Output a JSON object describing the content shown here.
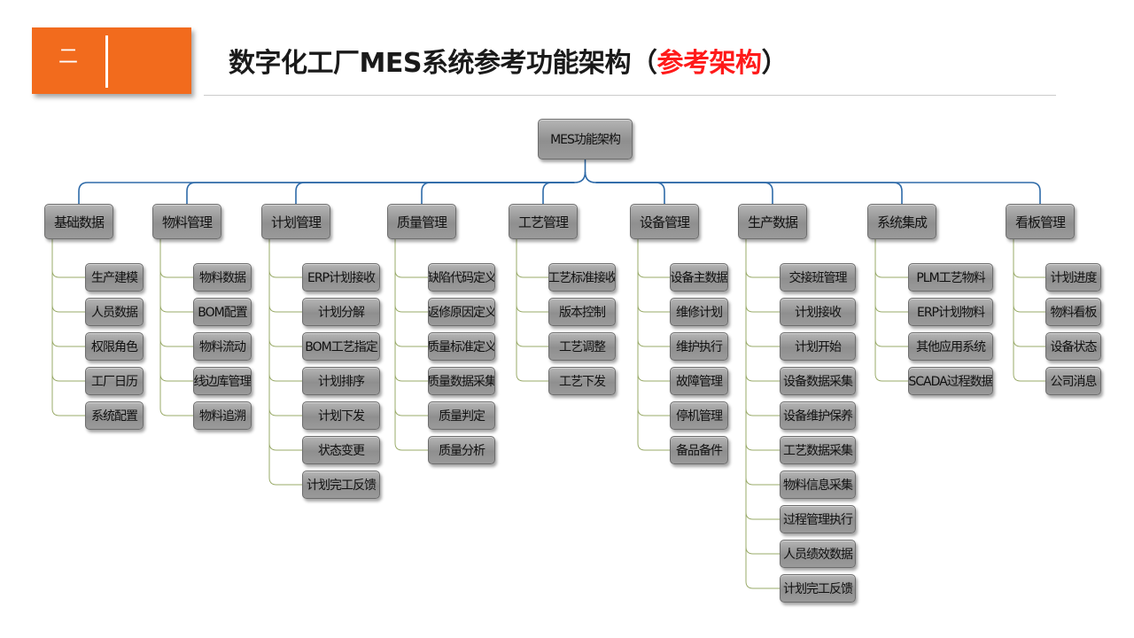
{
  "header": {
    "section_number": "二",
    "title_main": "数字化工厂MES系统参考功能架构（",
    "title_highlight": "参考架构",
    "title_end": "）"
  },
  "diagram": {
    "root": "MES功能架构",
    "categories": [
      {
        "label": "基础数据",
        "items": [
          "生产建模",
          "人员数据",
          "权限角色",
          "工厂日历",
          "系统配置"
        ]
      },
      {
        "label": "物料管理",
        "items": [
          "物料数据",
          "BOM配置",
          "物料流动",
          "线边库管理",
          "物料追溯"
        ]
      },
      {
        "label": "计划管理",
        "items": [
          "ERP计划接收",
          "计划分解",
          "BOM工艺指定",
          "计划排序",
          "计划下发",
          "状态变更",
          "计划完工反馈"
        ]
      },
      {
        "label": "质量管理",
        "items": [
          "缺陷代码定义",
          "返修原因定义",
          "质量标准定义",
          "质量数据采集",
          "质量判定",
          "质量分析"
        ]
      },
      {
        "label": "工艺管理",
        "items": [
          "工艺标准接收",
          "版本控制",
          "工艺调整",
          "工艺下发"
        ]
      },
      {
        "label": "设备管理",
        "items": [
          "设备主数据",
          "维修计划",
          "维护执行",
          "故障管理",
          "停机管理",
          "备品备件"
        ]
      },
      {
        "label": "生产数据",
        "items": [
          "交接班管理",
          "计划接收",
          "计划开始",
          "设备数据采集",
          "设备维护保养",
          "工艺数据采集",
          "物料信息采集",
          "过程管理执行",
          "人员绩效数据",
          "计划完工反馈"
        ]
      },
      {
        "label": "系统集成",
        "items": [
          "PLM工艺物料",
          "ERP计划物料",
          "其他应用系统",
          "SCADA过程数据"
        ]
      },
      {
        "label": "看板管理",
        "items": [
          "计划进度",
          "物料看板",
          "设备状态",
          "公司消息"
        ]
      }
    ]
  },
  "colors": {
    "accent_orange": "#f26b1d",
    "highlight_red": "#ff1a1a",
    "connector_blue": "#2e6aa8",
    "connector_green": "#9aab6a",
    "node_gray": "#9e9e9e"
  }
}
